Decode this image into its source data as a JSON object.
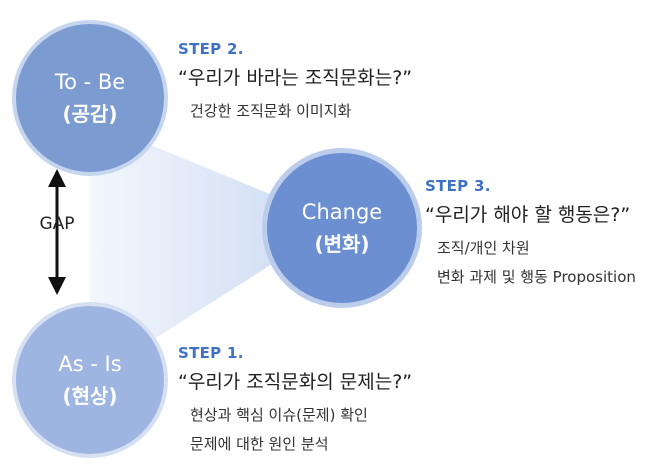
{
  "colors": {
    "tobe_fill": "#7b9bd1",
    "change_fill": "#6b8fd0",
    "asis_fill": "#9fb5e1",
    "step_accent": "#3f72c4",
    "wedge": "#dce6f6"
  },
  "nodes": {
    "tobe": {
      "title": "To - Be",
      "sub": "(공감)"
    },
    "change": {
      "title": "Change",
      "sub": "(변화)"
    },
    "asis": {
      "title": "As - Is",
      "sub": "(현상)"
    }
  },
  "gap": {
    "label": "GAP"
  },
  "steps": {
    "step2": {
      "label": "STEP 2.",
      "question": "“우리가 바라는 조직문화는?”",
      "details": [
        "건강한 조직문화 이미지화"
      ]
    },
    "step3": {
      "label": "STEP 3.",
      "question": "“우리가 해야 할 행동은?”",
      "details": [
        "조직/개인 차원",
        "변화 과제 및 행동 Proposition"
      ]
    },
    "step1": {
      "label": "STEP 1.",
      "question": "“우리가 조직문화의 문제는?”",
      "details": [
        "현상과 핵심 이슈(문제) 확인",
        "문제에 대한 원인 분석"
      ]
    }
  }
}
